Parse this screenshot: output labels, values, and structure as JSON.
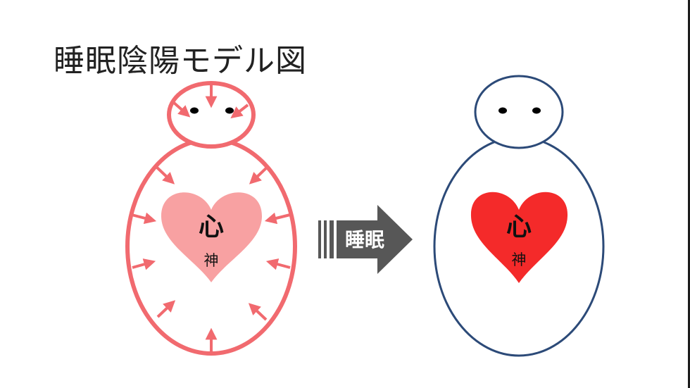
{
  "slide": {
    "title": "睡眠陰陽モデル図"
  },
  "diagram": {
    "arrow_label": "睡眠",
    "before": {
      "heart_main": "心",
      "heart_sub": "神",
      "outline_color": "#f16a6f",
      "heart_color": "#f8a1a2",
      "arrow_color": "#f16a6f"
    },
    "after": {
      "heart_main": "心",
      "heart_sub": "神",
      "outline_color": "#2c4a78",
      "heart_color": "#f42a2a"
    },
    "transition_arrow_color": "#575757"
  }
}
